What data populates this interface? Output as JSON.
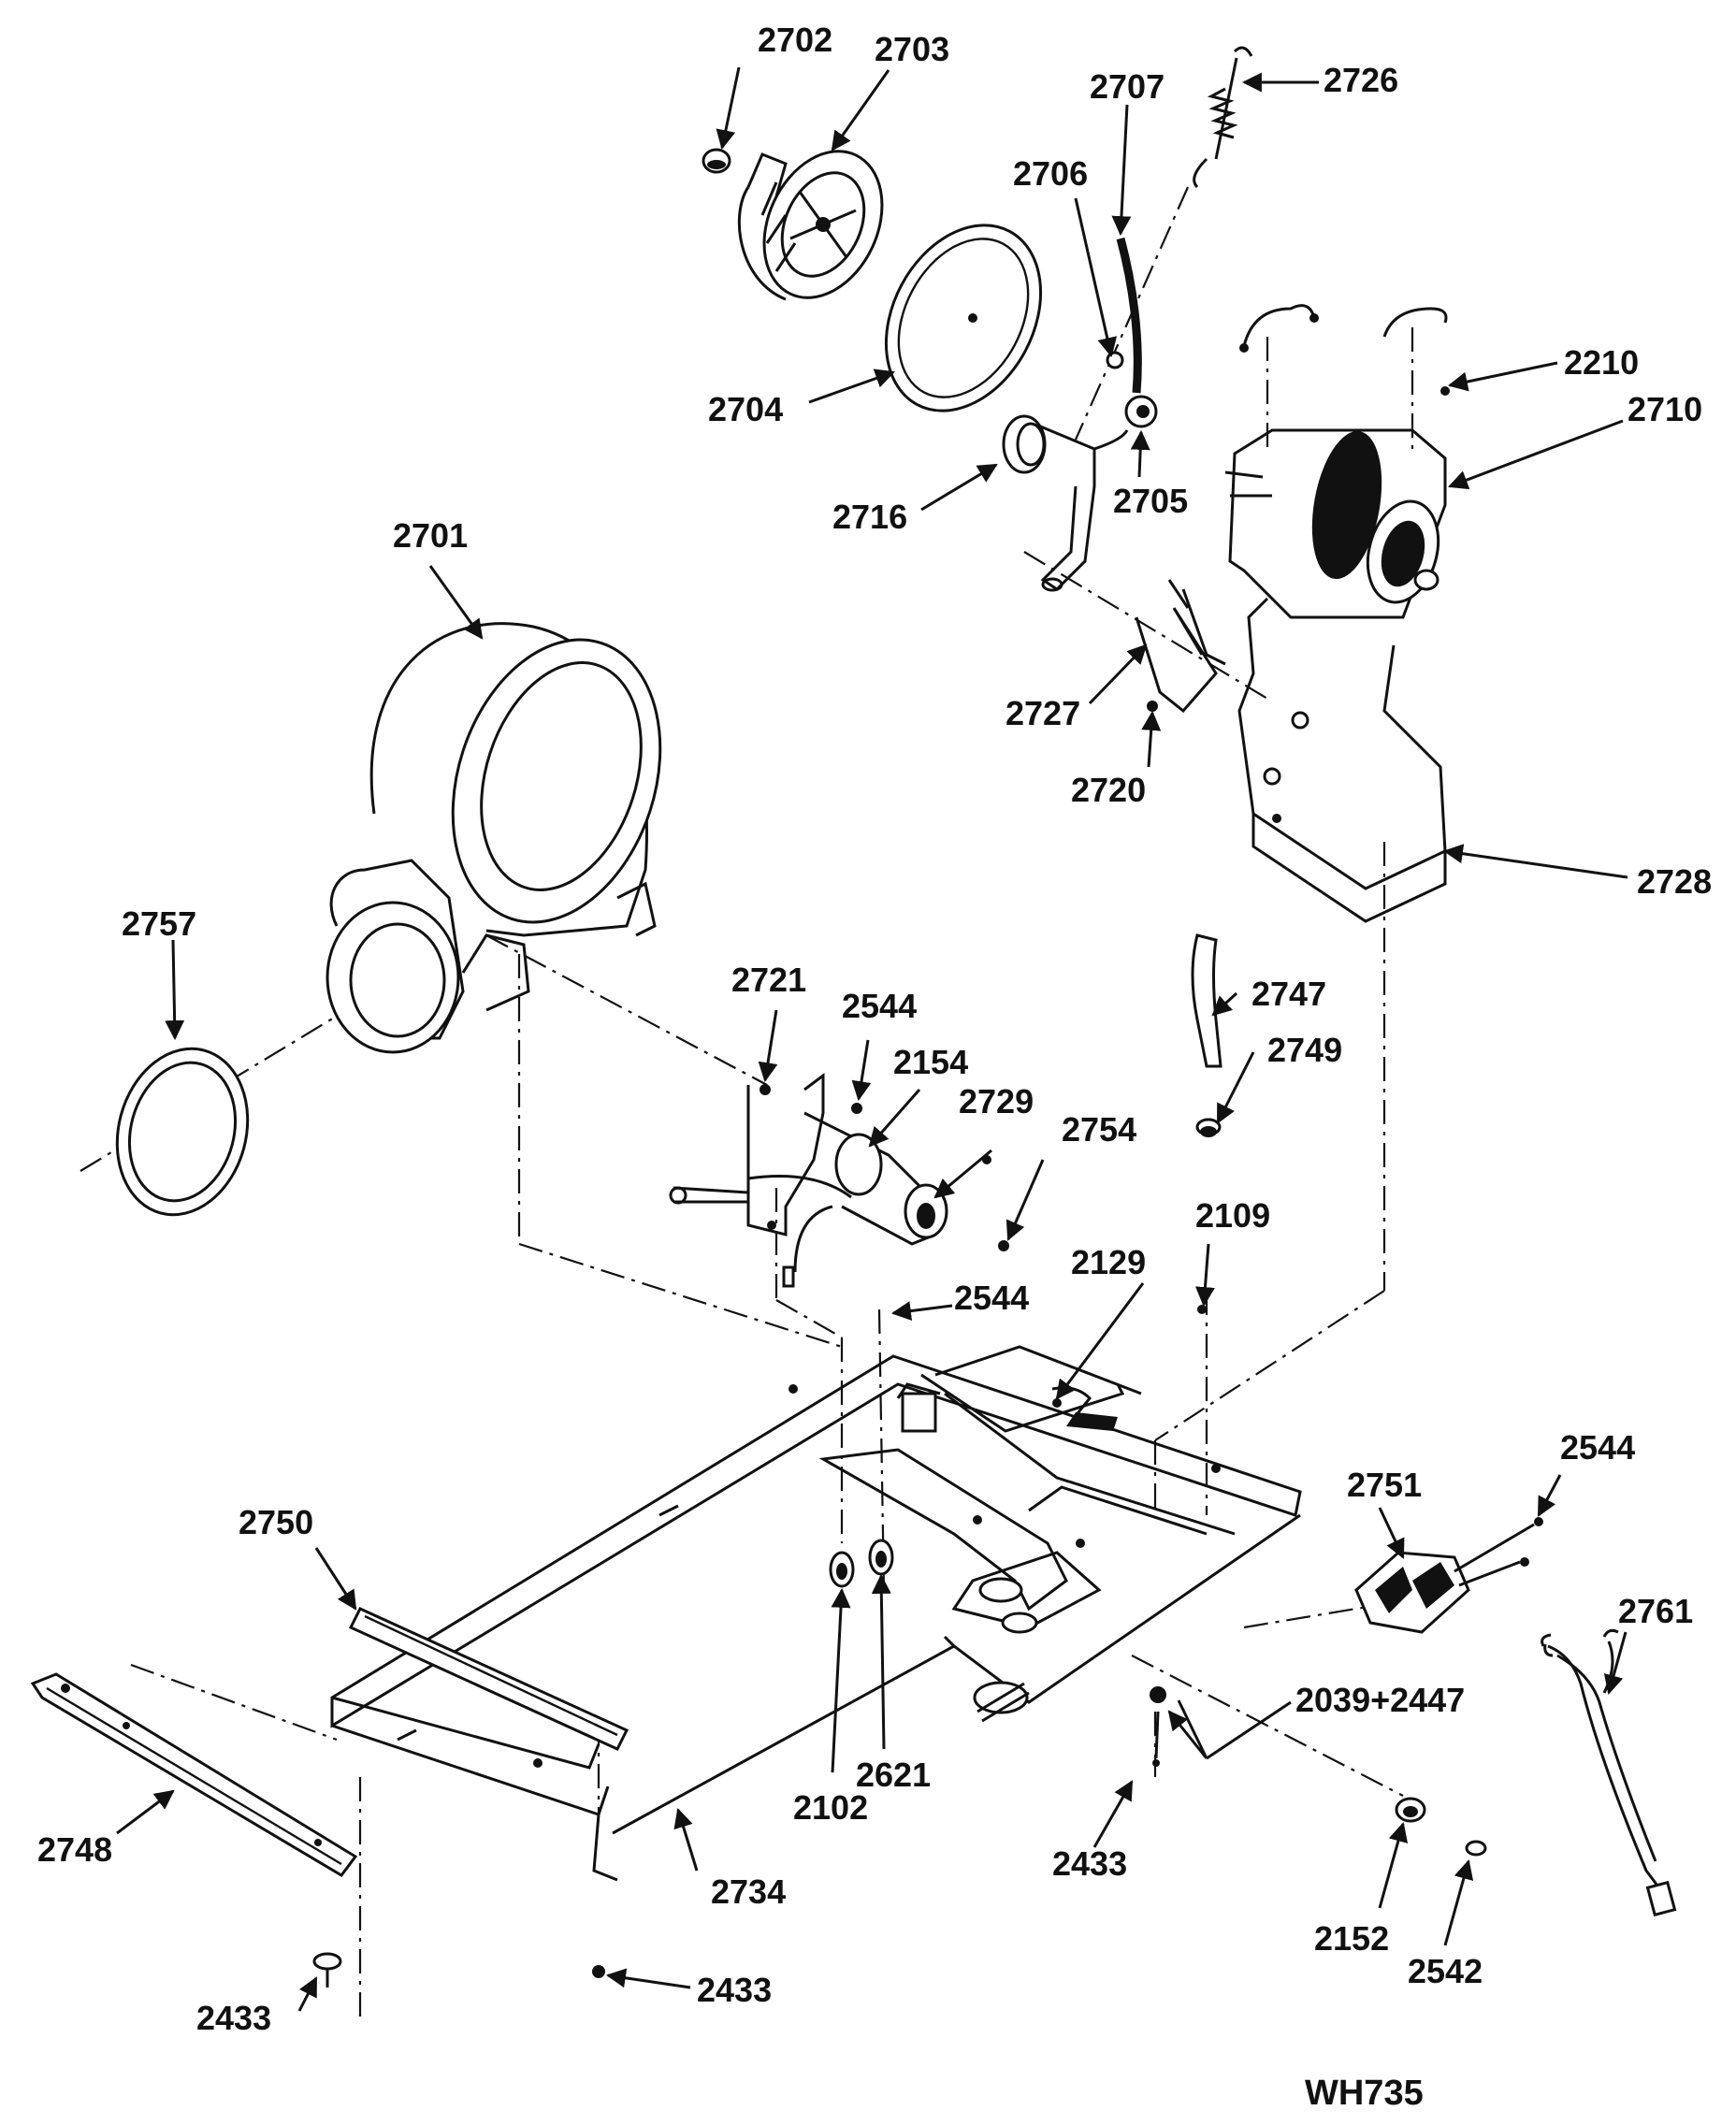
{
  "diagram": {
    "code": "WH735",
    "labels": [
      {
        "id": "2702",
        "text": "2702"
      },
      {
        "id": "2703",
        "text": "2703"
      },
      {
        "id": "2726",
        "text": "2726"
      },
      {
        "id": "2707",
        "text": "2707"
      },
      {
        "id": "2706",
        "text": "2706"
      },
      {
        "id": "2704",
        "text": "2704"
      },
      {
        "id": "2210",
        "text": "2210"
      },
      {
        "id": "2710",
        "text": "2710"
      },
      {
        "id": "2705",
        "text": "2705"
      },
      {
        "id": "2716",
        "text": "2716"
      },
      {
        "id": "2701",
        "text": "2701"
      },
      {
        "id": "2727",
        "text": "2727"
      },
      {
        "id": "2720",
        "text": "2720"
      },
      {
        "id": "2728",
        "text": "2728"
      },
      {
        "id": "2757",
        "text": "2757"
      },
      {
        "id": "2721",
        "text": "2721"
      },
      {
        "id": "2544a",
        "text": "2544"
      },
      {
        "id": "2747",
        "text": "2747"
      },
      {
        "id": "2154",
        "text": "2154"
      },
      {
        "id": "2749",
        "text": "2749"
      },
      {
        "id": "2729",
        "text": "2729"
      },
      {
        "id": "2754",
        "text": "2754"
      },
      {
        "id": "2109",
        "text": "2109"
      },
      {
        "id": "2129",
        "text": "2129"
      },
      {
        "id": "2544b",
        "text": "2544"
      },
      {
        "id": "2751",
        "text": "2751"
      },
      {
        "id": "2544c",
        "text": "2544"
      },
      {
        "id": "2750",
        "text": "2750"
      },
      {
        "id": "2761",
        "text": "2761"
      },
      {
        "id": "2039_2447",
        "text": "2039+2447"
      },
      {
        "id": "2621",
        "text": "2621"
      },
      {
        "id": "2102",
        "text": "2102"
      },
      {
        "id": "2748",
        "text": "2748"
      },
      {
        "id": "2734",
        "text": "2734"
      },
      {
        "id": "2433a",
        "text": "2433"
      },
      {
        "id": "2152",
        "text": "2152"
      },
      {
        "id": "2542",
        "text": "2542"
      },
      {
        "id": "2433b",
        "text": "2433"
      },
      {
        "id": "2433c",
        "text": "2433"
      }
    ]
  }
}
